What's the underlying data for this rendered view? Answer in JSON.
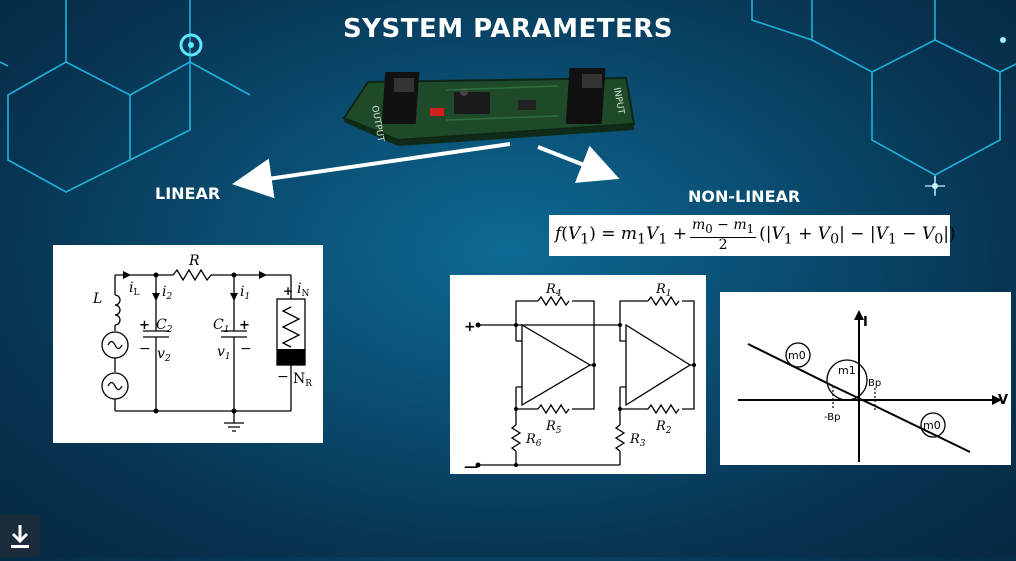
{
  "title": "SYSTEM PARAMETERS",
  "labels": {
    "linear": "LINEAR",
    "nonlinear": "NON-LINEAR"
  },
  "board": {
    "left_text": "OUTPUT",
    "right_text": "INPUT"
  },
  "formula": {
    "lhs": "f(V",
    "lhs_sub": "1",
    "mid": ") = m",
    "parts": [
      "f(V1) = m1V1 +",
      "m0 − m1",
      "2",
      "(|V1 + V0| − |V1 − V0|)"
    ]
  },
  "chua_circuit": {
    "R": "R",
    "L": "L",
    "iL": "i",
    "iL_sub": "L",
    "i2": "i",
    "i2_sub": "2",
    "i1": "i",
    "i1_sub": "1",
    "iN": "i",
    "iN_sub": "N",
    "C2": "C",
    "C2_sub": "2",
    "v2": "v",
    "v2_sub": "2",
    "C1": "C",
    "C1_sub": "1",
    "v1": "v",
    "v1_sub": "1",
    "NR": "N",
    "NR_sub": "R",
    "plus": "+",
    "minus": "−"
  },
  "opamp_circuit": {
    "R4": "R",
    "R4_sub": "4",
    "R1": "R",
    "R1_sub": "1",
    "R5": "R",
    "R5_sub": "5",
    "R2": "R",
    "R2_sub": "2",
    "R6": "R",
    "R6_sub": "6",
    "R3": "R",
    "R3_sub": "3",
    "plus": "+",
    "minus": "—"
  },
  "iv_graph": {
    "axis_i": "I",
    "axis_v": "V",
    "m0_a": "m0",
    "m0_b": "m0",
    "m1": "m1",
    "bp": "Bp",
    "neg_bp": "-Bp"
  },
  "icons": {
    "download": "download-icon"
  },
  "colors": {
    "accent": "#2fd6ff",
    "bg": "#0a4f74"
  }
}
